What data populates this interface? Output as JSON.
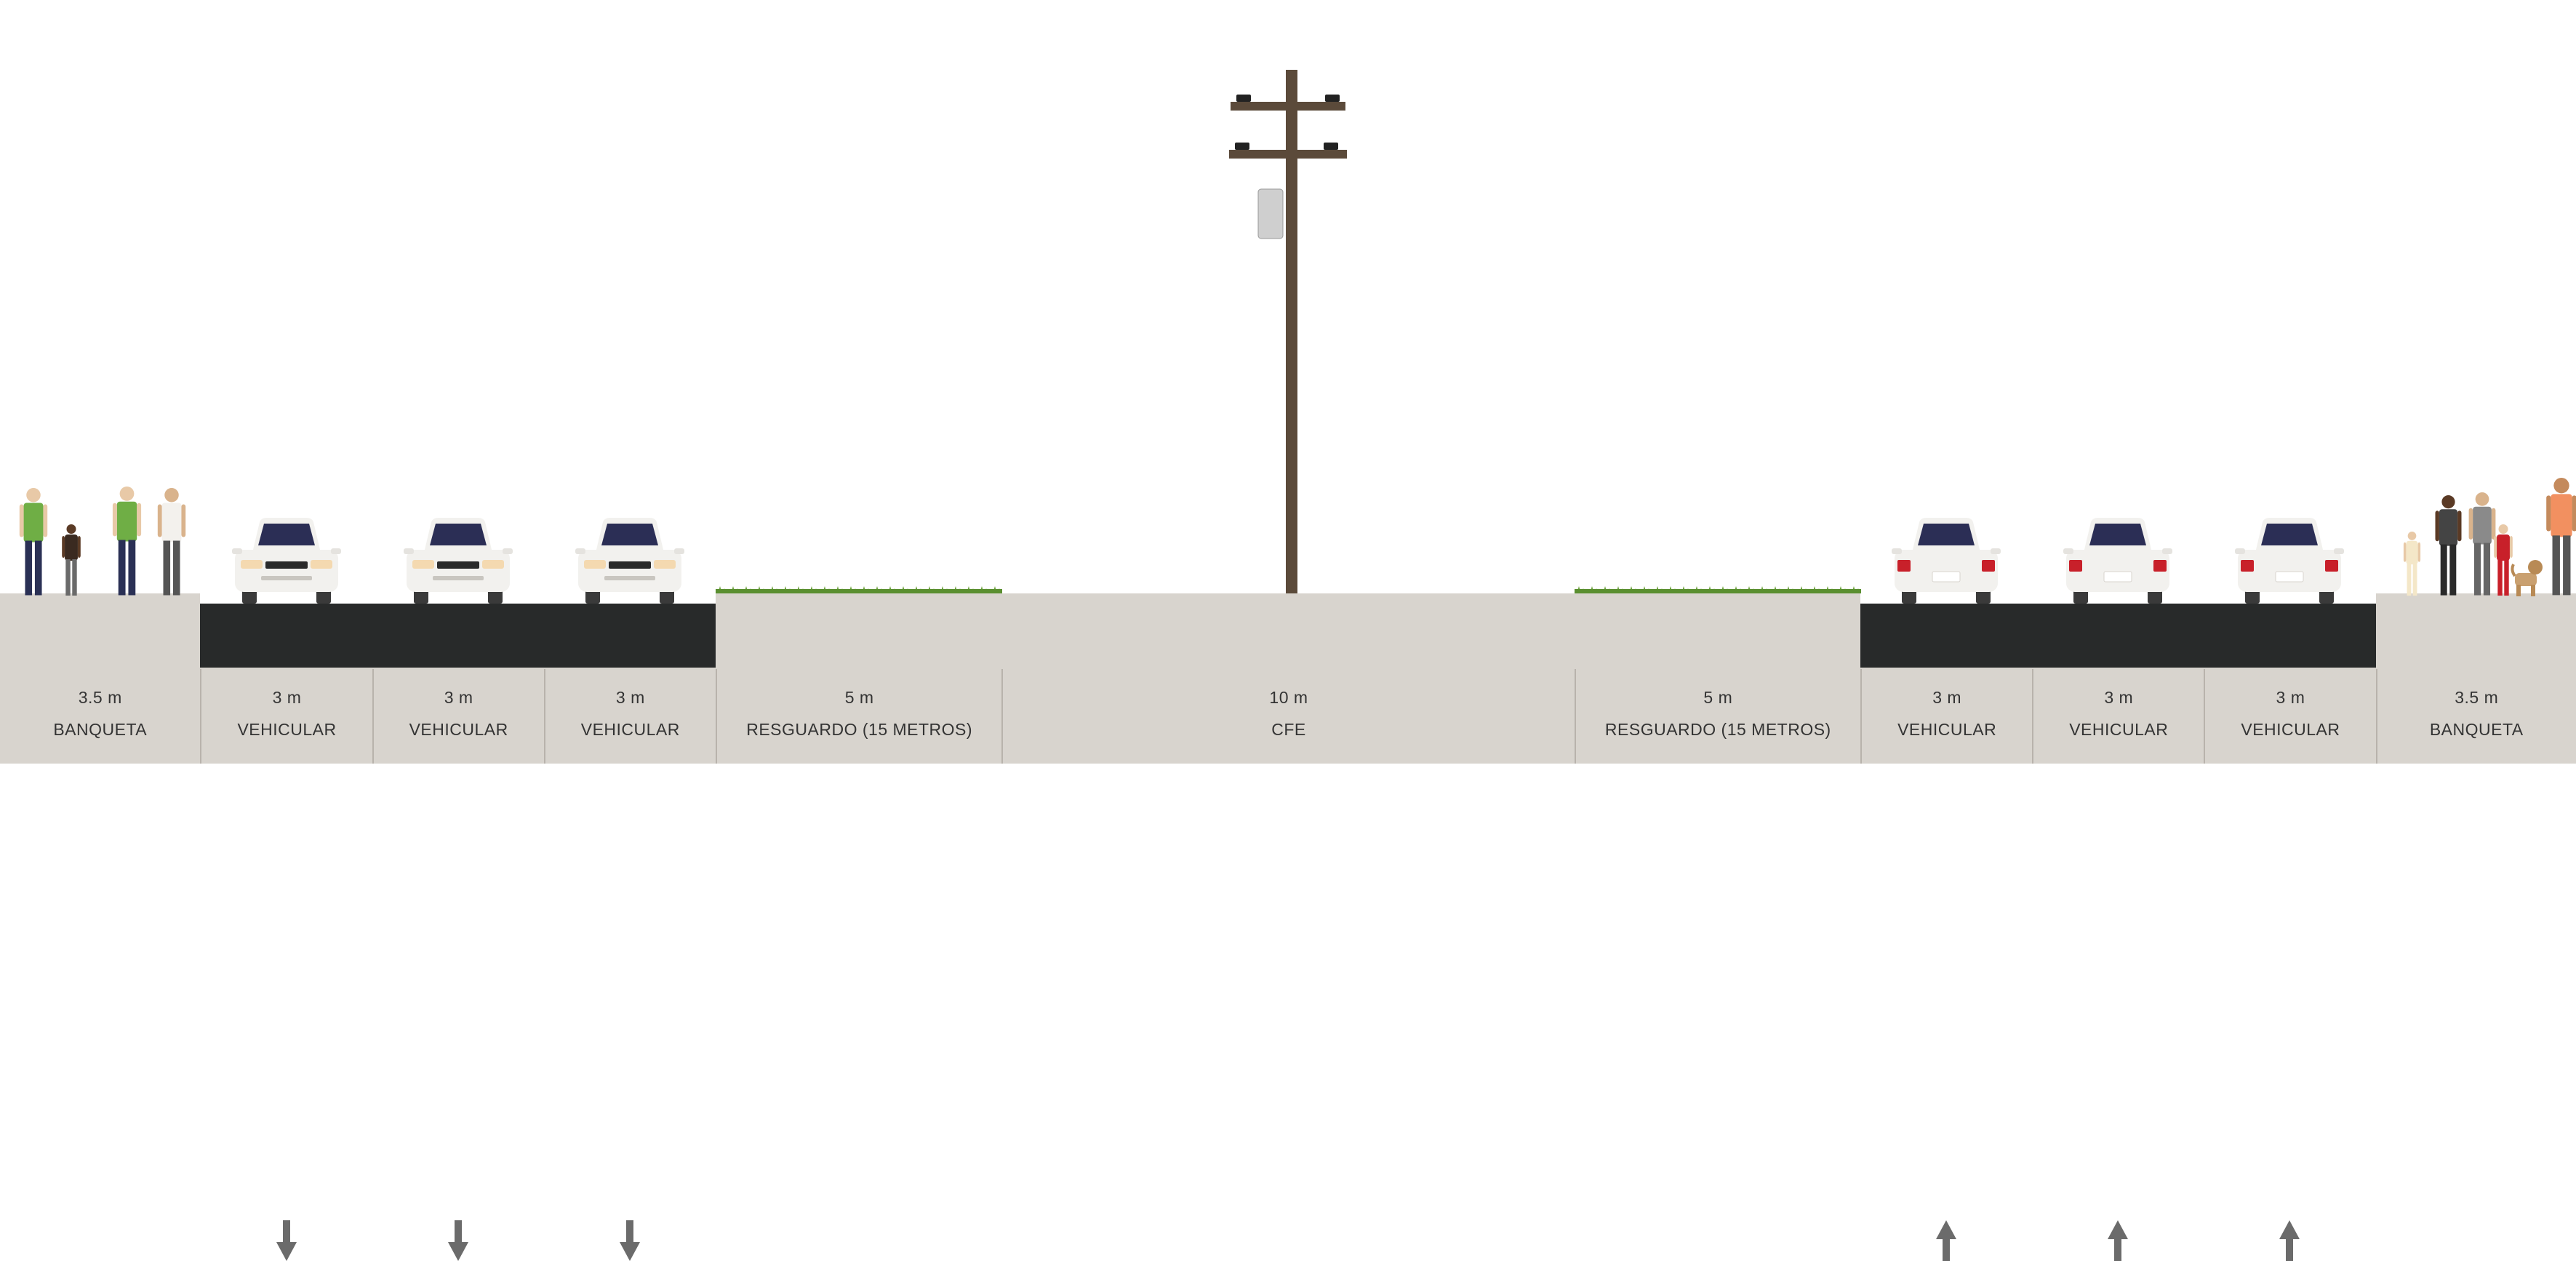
{
  "street": {
    "segments": [
      {
        "width": "3.5 m",
        "type": "BANQUETA",
        "kind": "sidewalk",
        "people": "left"
      },
      {
        "width": "3 m",
        "type": "VEHICULAR",
        "kind": "lane",
        "direction": "down"
      },
      {
        "width": "3 m",
        "type": "VEHICULAR",
        "kind": "lane",
        "direction": "down"
      },
      {
        "width": "3 m",
        "type": "VEHICULAR",
        "kind": "lane",
        "direction": "down"
      },
      {
        "width": "5 m",
        "type": "RESGUARDO (15 METROS)",
        "kind": "median"
      },
      {
        "width": "10 m",
        "type": "CFE",
        "kind": "utility"
      },
      {
        "width": "5 m",
        "type": "RESGUARDO (15 METROS)",
        "kind": "median"
      },
      {
        "width": "3 m",
        "type": "VEHICULAR",
        "kind": "lane",
        "direction": "up"
      },
      {
        "width": "3 m",
        "type": "VEHICULAR",
        "kind": "lane",
        "direction": "up"
      },
      {
        "width": "3 m",
        "type": "VEHICULAR",
        "kind": "lane",
        "direction": "up"
      },
      {
        "width": "3.5 m",
        "type": "BANQUETA",
        "kind": "sidewalk",
        "people": "right"
      }
    ]
  },
  "colors": {
    "ground": "#d8d4ce",
    "asphalt": "#282a2a",
    "arrow": "#6b6b6b",
    "grass": "#6aa23a",
    "pole": "#5b4a3a",
    "car_body": "#f2f1ee",
    "windshield": "#2b2e55",
    "taillight": "#c8202a"
  },
  "icons": {
    "pole": "utility-pole-icon",
    "transformer": "transformer-icon",
    "car": "car-icon",
    "arrow": "direction-arrow-icon",
    "grass": "grass-strip-icon",
    "person": "pedestrian-icon",
    "dog": "dog-icon"
  }
}
